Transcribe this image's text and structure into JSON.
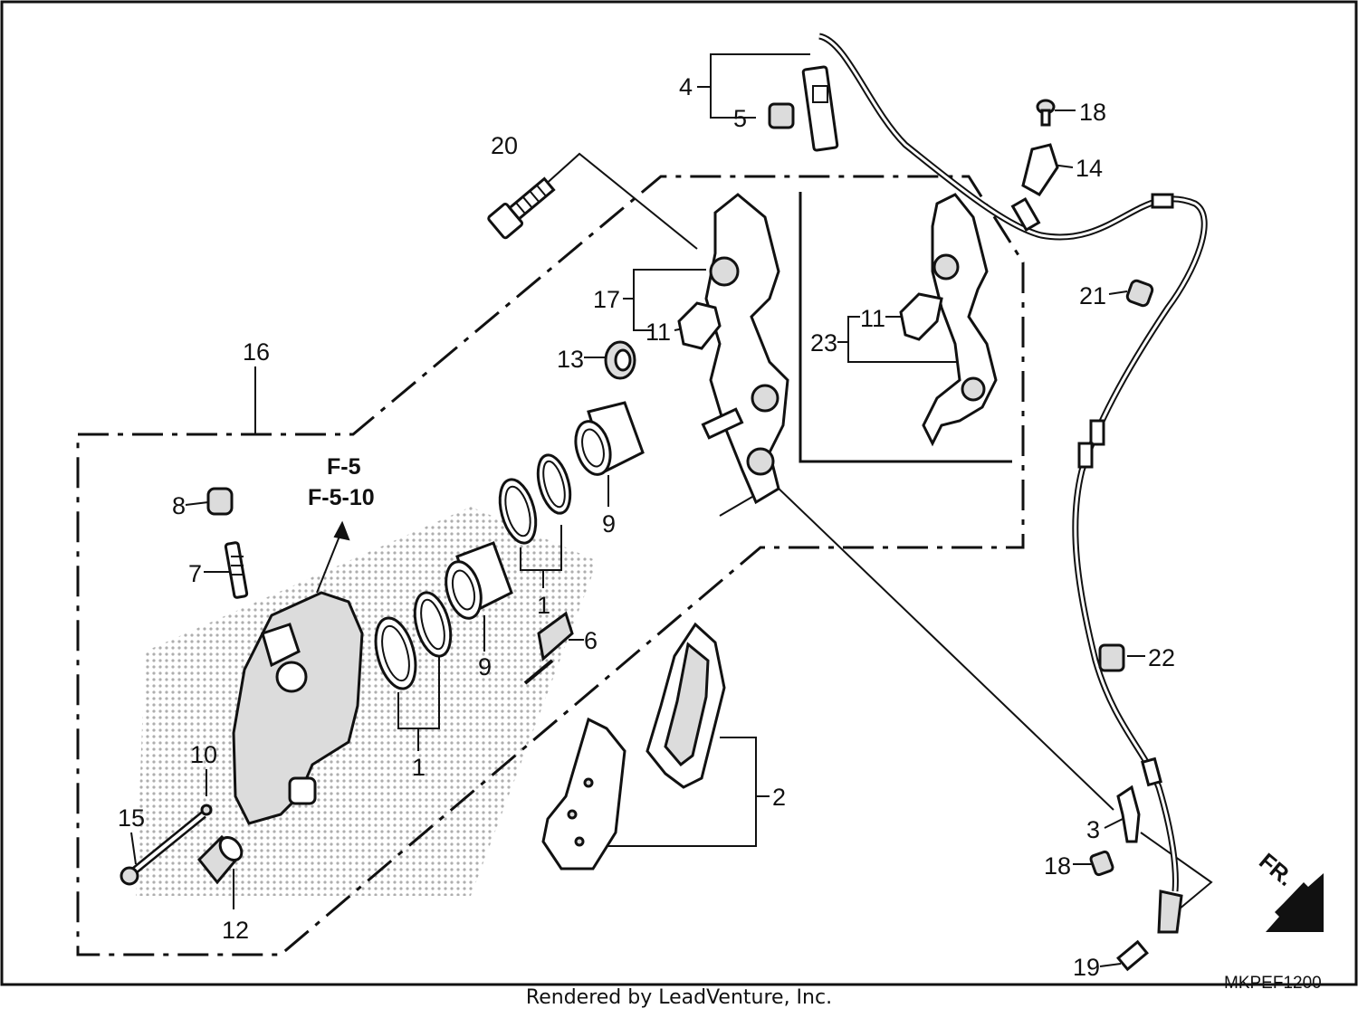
{
  "diagram": {
    "callouts": {
      "c1a": "1",
      "c1b": "1",
      "c2": "2",
      "c3": "3",
      "c4": "4",
      "c5": "5",
      "c6": "6",
      "c7": "7",
      "c8": "8",
      "c9a": "9",
      "c9b": "9",
      "c10": "10",
      "c11a": "11",
      "c11b": "11",
      "c12": "12",
      "c13": "13",
      "c14": "14",
      "c15": "15",
      "c16": "16",
      "c17": "17",
      "c18a": "18",
      "c18b": "18",
      "c19": "19",
      "c20": "20",
      "c21": "21",
      "c22": "22",
      "c23": "23"
    },
    "ref_top": "F-5",
    "ref_bottom": "F-5-10",
    "fr_label": "FR.",
    "diagram_code": "MKPEF1200",
    "credit": "Rendered by LeadVenture, Inc."
  }
}
